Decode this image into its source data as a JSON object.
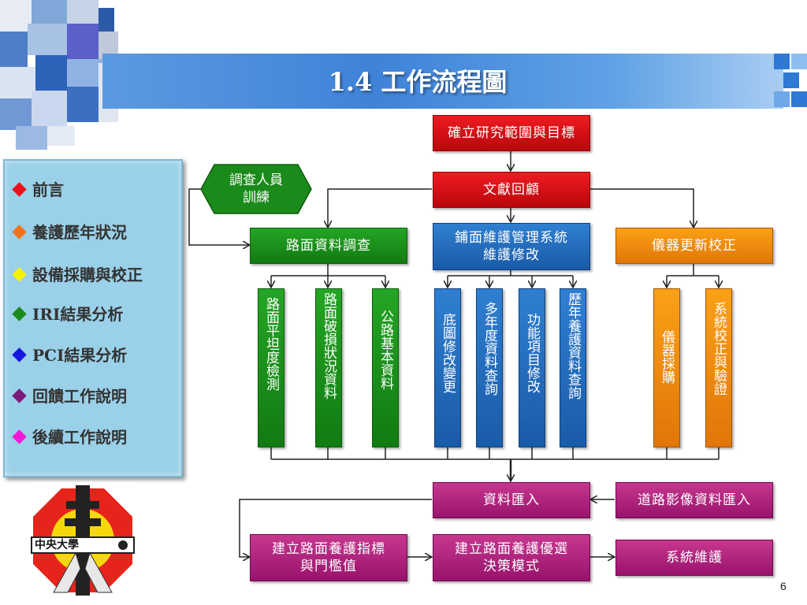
{
  "title": "1.4 工作流程圖",
  "page_number": "6",
  "logo_text": "中央大學",
  "sidebar": {
    "items": [
      {
        "label": "前言",
        "color": "#e8101a"
      },
      {
        "label": "養護歷年狀況",
        "color": "#f2731c"
      },
      {
        "label": "設備採購與校正",
        "color": "#f5f20a"
      },
      {
        "label": "IRI結果分析",
        "color": "#1a8a1a"
      },
      {
        "label": "PCI結果分析",
        "color": "#1515e0"
      },
      {
        "label": "回饋工作說明",
        "color": "#7a1a7a"
      },
      {
        "label": "後續工作說明",
        "color": "#f21ad8"
      }
    ]
  },
  "flow": {
    "top": "確立研究範圍與目標",
    "review": "文獻回顧",
    "training": "調查人員\n訓練",
    "road_survey": "路面資料調查",
    "pms": "鋪面維護管理系統\n維護修改",
    "instrument": "儀器更新校正",
    "survey_children": [
      "路面平坦度檢測",
      "路面破損狀況資料",
      "公路基本資料"
    ],
    "pms_children": [
      "底圖修改變更",
      "多年度資料查詢",
      "功能項目修改",
      "歷年養護資料查詢"
    ],
    "instrument_children": [
      "儀器採購",
      "系統校正與驗證"
    ],
    "data_import": "資料匯入",
    "image_import": "道路影像資料匯入",
    "indicator": "建立路面養護指標\n與門檻值",
    "decision": "建立路面養護優選\n決策模式",
    "maintenance": "系統維護"
  }
}
